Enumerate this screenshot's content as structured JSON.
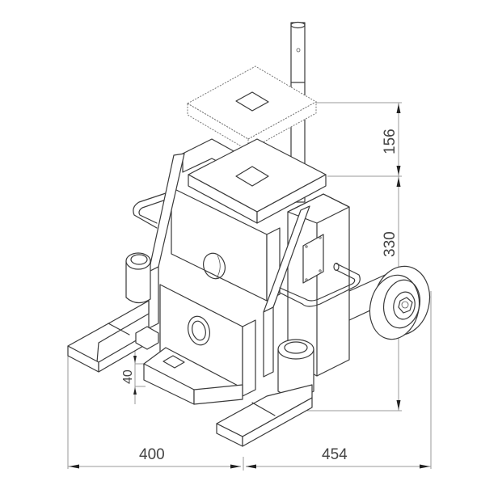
{
  "drawing": {
    "subject": "Isometric line drawing of a portable hydraulic jack / lifting device with wheel, handle bar and removable top plate",
    "background_color": "#ffffff",
    "line_color": "#3a3a3a",
    "dimension_line_color": "#999999"
  },
  "dimensions": {
    "top_plate_height": "156",
    "body_height": "330",
    "foot_height": "40",
    "depth_left": "400",
    "depth_right": "454"
  }
}
